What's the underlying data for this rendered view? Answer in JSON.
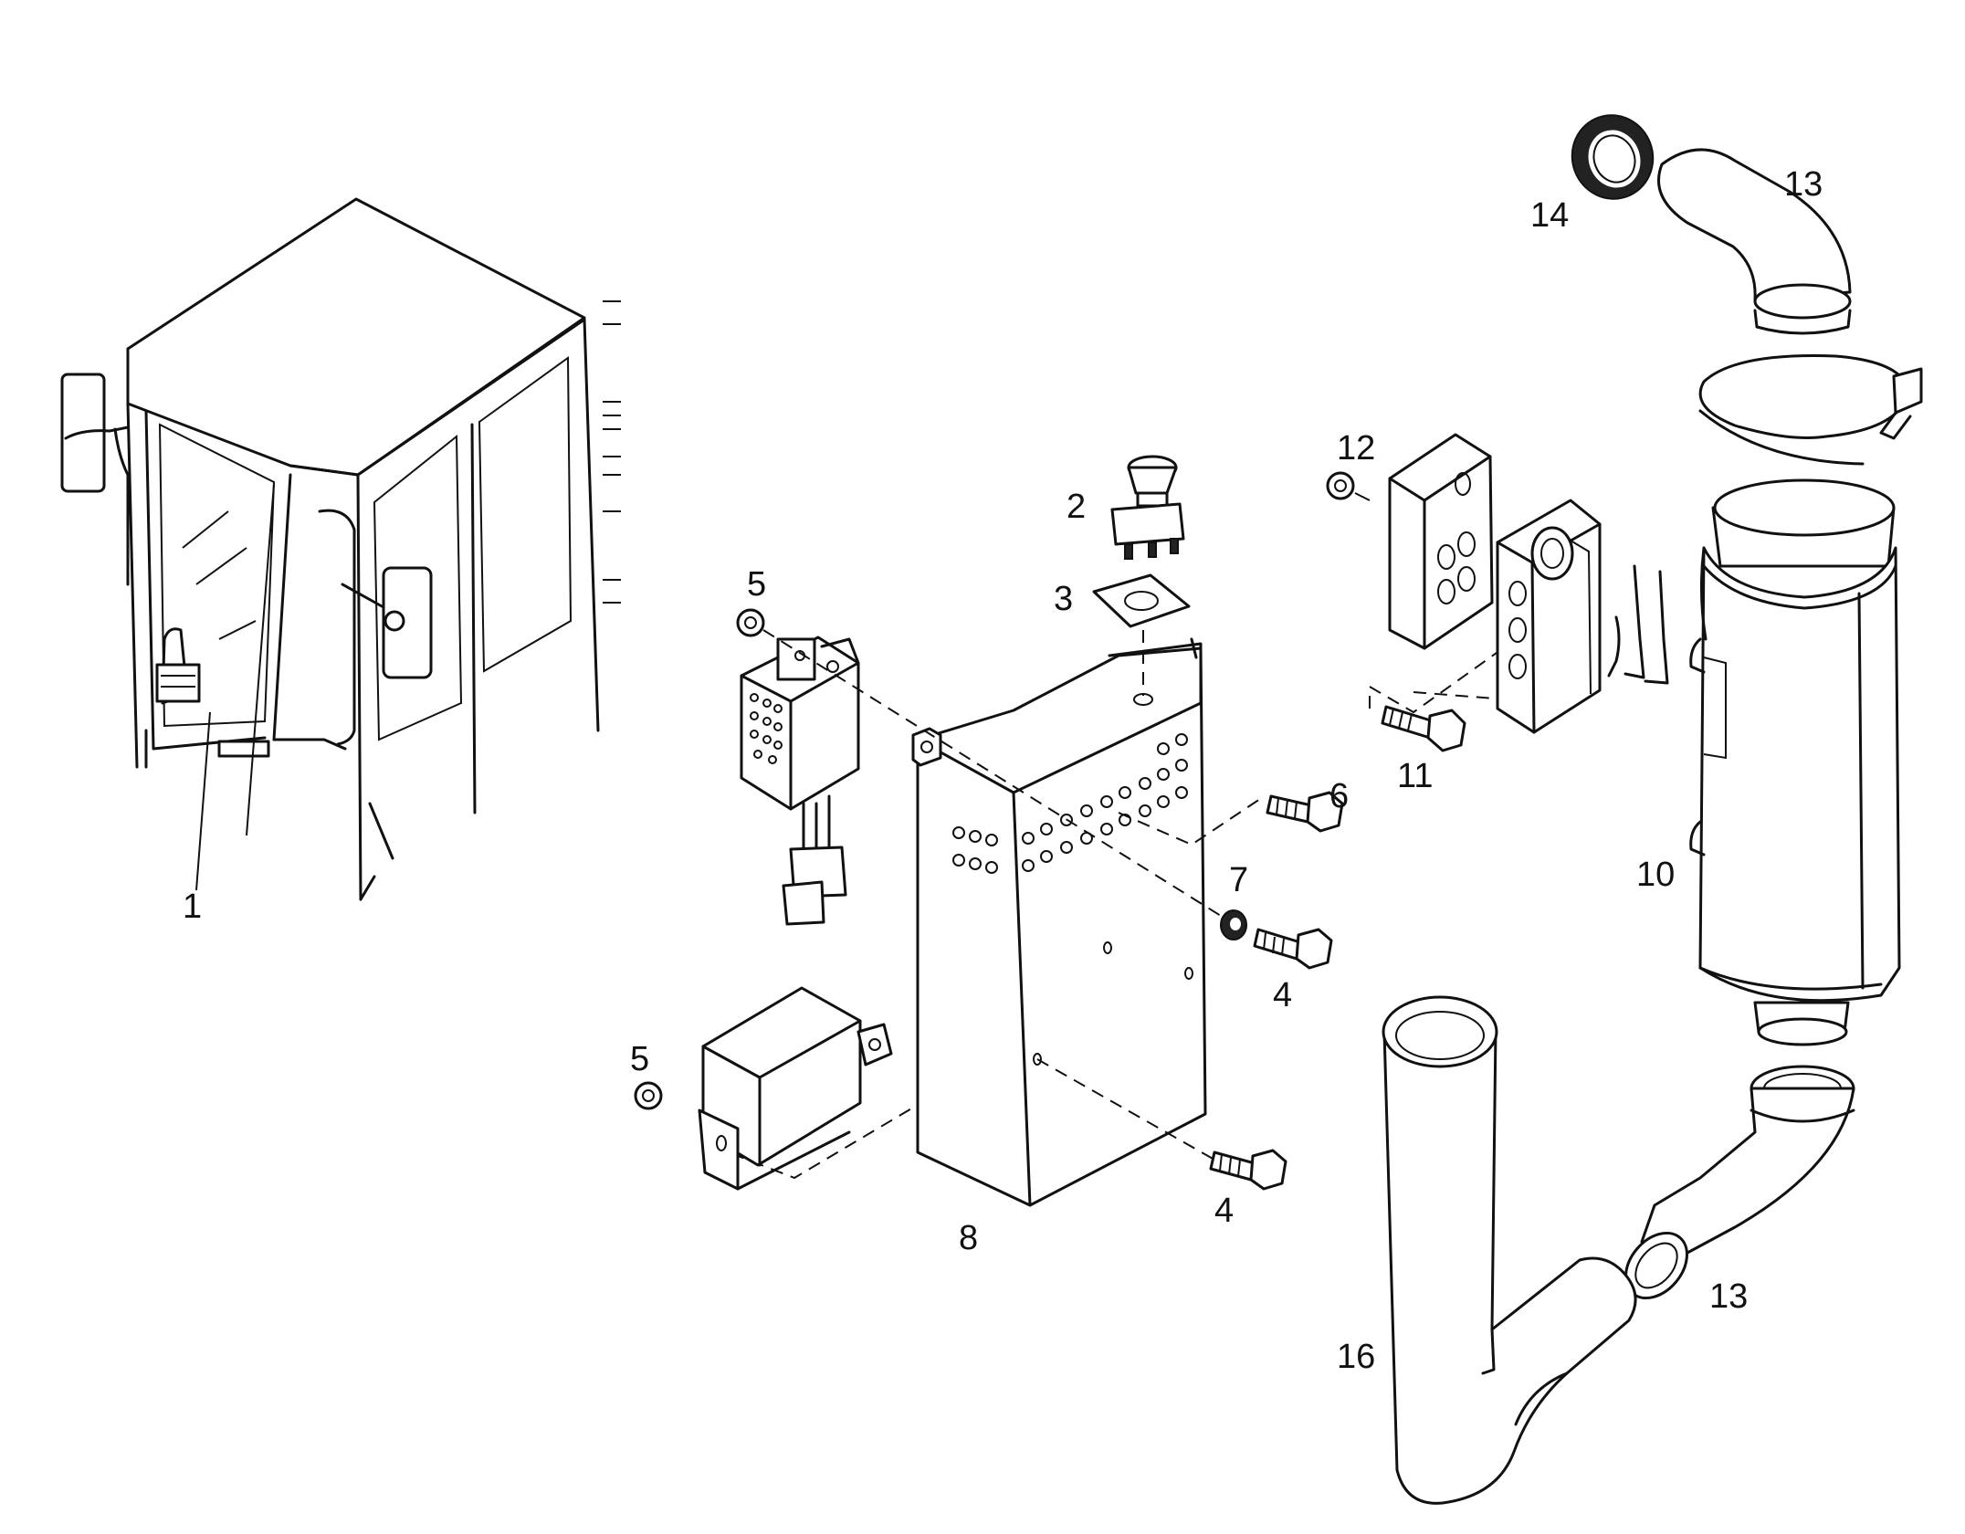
{
  "callouts": {
    "c1": "1",
    "c2": "2",
    "c3": "3",
    "c4a": "4",
    "c4b": "4",
    "c5a": "5",
    "c5b": "5",
    "c6": "6",
    "c7": "7",
    "c8": "8",
    "c10": "10",
    "c11": "11",
    "c12": "12",
    "c13a": "13",
    "c13b": "13",
    "c14": "14",
    "c16": "16"
  },
  "colors": {
    "line": "#111111",
    "background": "#ffffff"
  }
}
